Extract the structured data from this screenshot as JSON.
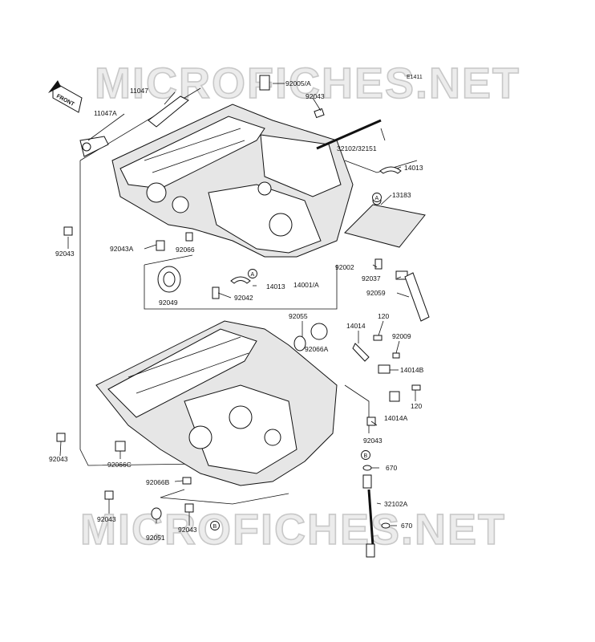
{
  "header": {
    "diagram_code": "E1411",
    "front_label": "FRONT"
  },
  "watermark": {
    "top": "MICROFICHES.NET",
    "bottom": "MICROFICHES.NET"
  },
  "parts": {
    "p11047": "11047",
    "p11047A": "11047A",
    "p92005": "92005/A",
    "p92043_top": "92043",
    "p32102": "32102/32151",
    "p14013_right": "14013",
    "p13183": "13183",
    "p92043_left": "92043",
    "p92043A": "92043A",
    "p92066": "92066",
    "p92002": "92002",
    "p92037": "92037",
    "p92059": "92059",
    "p14013_mid": "14013",
    "p14001": "14001/A",
    "p92049": "92049",
    "p92042": "92042",
    "p92055": "92055",
    "p14014": "14014",
    "p120_top": "120",
    "p92009": "92009",
    "p92066A": "92066A",
    "p14014B": "14014B",
    "p120_bot": "120",
    "p14014A": "14014A",
    "p92043_right": "92043",
    "p92043_lowleft": "92043",
    "p92066C": "92066C",
    "p92066B": "92066B",
    "p670_top": "670",
    "p32102A": "32102A",
    "p670_bot": "670",
    "p92043_bl": "92043",
    "p92051": "92051",
    "p92043_bc": "92043"
  },
  "callouts": {
    "A_top": "A",
    "A_mid": "A",
    "B_right": "B",
    "B_bottom": "B"
  },
  "icons": {
    "front_arrow": "front-arrow-icon"
  }
}
